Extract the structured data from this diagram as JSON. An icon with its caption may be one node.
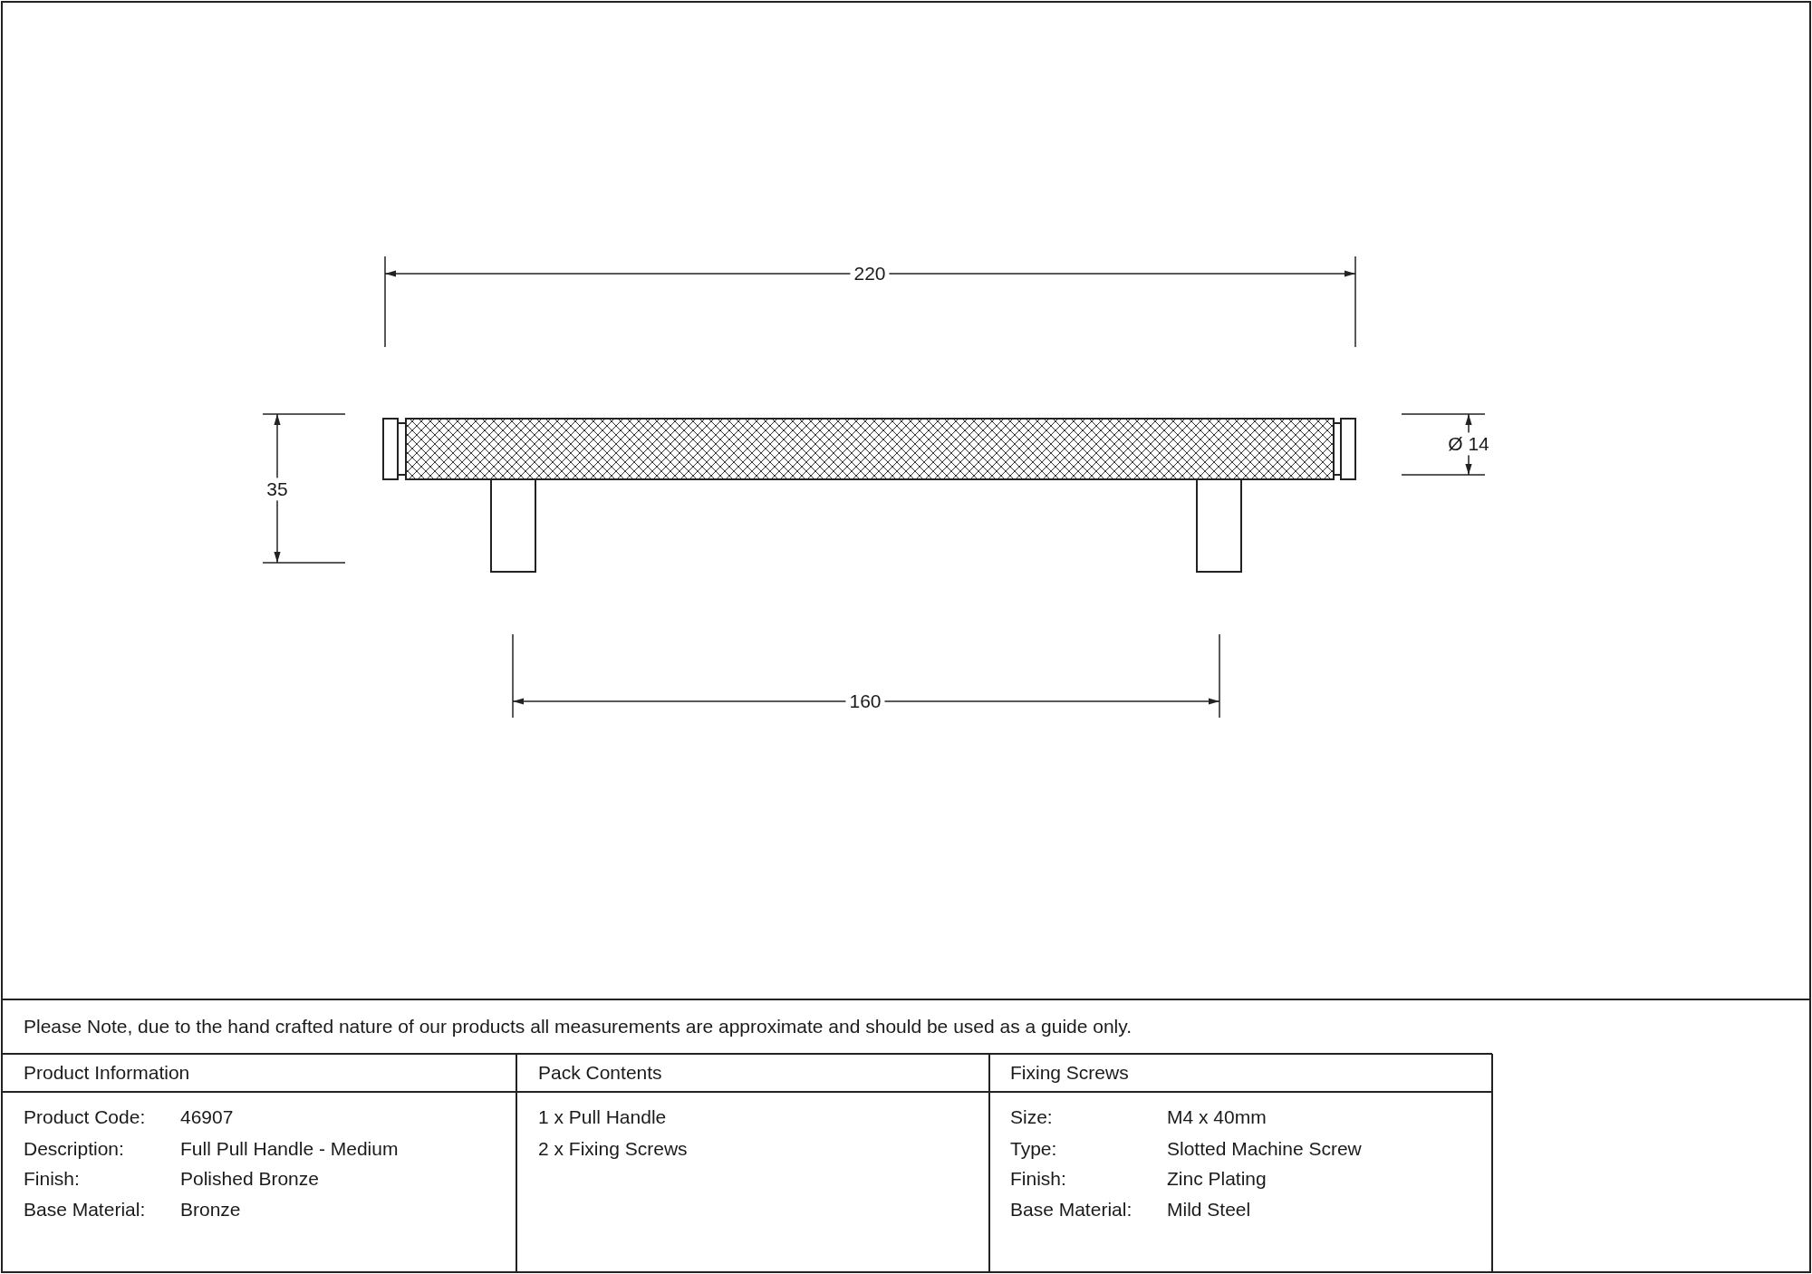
{
  "diagram": {
    "labels": [
      "220",
      "35",
      "Ø 14",
      "160",
      "Please Note, due to the hand crafted nature of our products all measurements are approximate and should be used as a guide only.",
      "Product Information",
      "Pack Contents",
      "Fixing Screws",
      "Product Code:",
      "46907",
      "1 x Pull Handle",
      "Size:",
      "M4 x 40mm",
      "Description:",
      "Full Pull Handle - Medium",
      "2 x Fixing Screws",
      "Type:",
      "Slotted Machine Screw",
      "Finish:",
      "Polished Bronze",
      "Finish:",
      "Zinc Plating",
      "Base Material:",
      "Bronze",
      "Base Material:",
      "Mild Steel"
    ]
  }
}
